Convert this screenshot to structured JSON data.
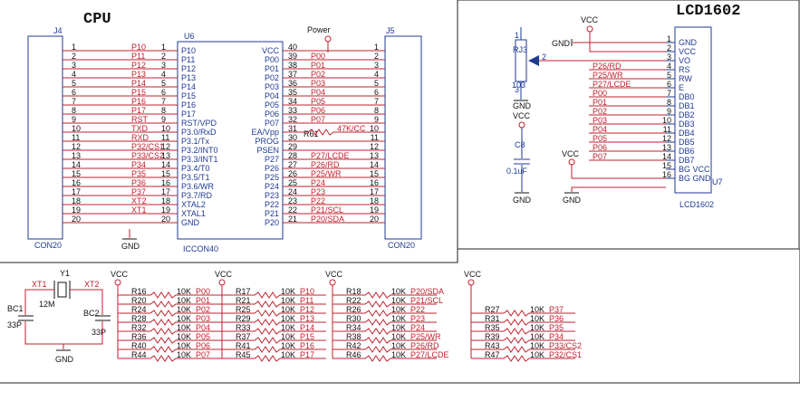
{
  "cpu": {
    "title": "CPU",
    "j4": "J4",
    "j5": "J5",
    "u6": "U6",
    "con_left": "CON20",
    "con_right": "CON20",
    "icc": "ICCON40",
    "power": "Power",
    "gnd": "GND",
    "left_rows": [
      {
        "n": "1",
        "net": "P10",
        "pin": "1",
        "name": "P10"
      },
      {
        "n": "2",
        "net": "P11",
        "pin": "2",
        "name": "P11"
      },
      {
        "n": "3",
        "net": "P12",
        "pin": "3",
        "name": "P12"
      },
      {
        "n": "4",
        "net": "P13",
        "pin": "4",
        "name": "P13"
      },
      {
        "n": "5",
        "net": "P14",
        "pin": "5",
        "name": "P14"
      },
      {
        "n": "6",
        "net": "P15",
        "pin": "6",
        "name": "P15"
      },
      {
        "n": "7",
        "net": "P16",
        "pin": "7",
        "name": "P16"
      },
      {
        "n": "8",
        "net": "P17",
        "pin": "8",
        "name": "P17"
      },
      {
        "n": "9",
        "net": "RST",
        "pin": "9",
        "name": "RST/VPD"
      },
      {
        "n": "10",
        "net": "TXD",
        "pin": "10",
        "name": "P3.0/RxD"
      },
      {
        "n": "11",
        "net": "RXD",
        "pin": "11",
        "name": "P3.1/Tx"
      },
      {
        "n": "12",
        "net": "P32/CS1",
        "pin": "12",
        "name": "P3.2/INT0"
      },
      {
        "n": "13",
        "net": "P33/CS2",
        "pin": "13",
        "name": "P3.3/INT1"
      },
      {
        "n": "14",
        "net": "P34",
        "pin": "14",
        "name": "P3.4/T0"
      },
      {
        "n": "15",
        "net": "P35",
        "pin": "15",
        "name": "P3.5/T1"
      },
      {
        "n": "16",
        "net": "P36",
        "pin": "16",
        "name": "P3.6/WR"
      },
      {
        "n": "17",
        "net": "P37",
        "pin": "17",
        "name": "P3.7/RD"
      },
      {
        "n": "18",
        "net": "XT2",
        "pin": "18",
        "name": "XTAL2"
      },
      {
        "n": "19",
        "net": "XT1",
        "pin": "19",
        "name": "XTAL1"
      },
      {
        "n": "20",
        "net": "",
        "pin": "20",
        "name": "GND"
      }
    ],
    "right_rows": [
      {
        "name": "VCC",
        "pin": "40",
        "net": "",
        "n": "1"
      },
      {
        "name": "P00",
        "pin": "39",
        "net": "P00",
        "n": "2"
      },
      {
        "name": "P01",
        "pin": "38",
        "net": "P01",
        "n": "3"
      },
      {
        "name": "P02",
        "pin": "37",
        "net": "P02",
        "n": "4"
      },
      {
        "name": "P03",
        "pin": "36",
        "net": "P03",
        "n": "5"
      },
      {
        "name": "P04",
        "pin": "35",
        "net": "P04",
        "n": "6"
      },
      {
        "name": "P05",
        "pin": "34",
        "net": "P05",
        "n": "7"
      },
      {
        "name": "P06",
        "pin": "33",
        "net": "P06",
        "n": "8"
      },
      {
        "name": "P07",
        "pin": "32",
        "net": "P07",
        "n": "9"
      },
      {
        "name": "EA/Vpp",
        "pin": "31",
        "net": "47K/CC",
        "n": "10"
      },
      {
        "name": "PROG",
        "pin": "30",
        "net": "",
        "n": "11"
      },
      {
        "name": "PSEN",
        "pin": "29",
        "net": "",
        "n": "12"
      },
      {
        "name": "P27",
        "pin": "28",
        "net": "P27/LCDE",
        "n": "13"
      },
      {
        "name": "P26",
        "pin": "27",
        "net": "P26/RD",
        "n": "14"
      },
      {
        "name": "P25",
        "pin": "26",
        "net": "P25/WR",
        "n": "15"
      },
      {
        "name": "P24",
        "pin": "25",
        "net": "P24",
        "n": "16"
      },
      {
        "name": "P23",
        "pin": "24",
        "net": "P23",
        "n": "17"
      },
      {
        "name": "P22",
        "pin": "23",
        "net": "P22",
        "n": "18"
      },
      {
        "name": "P21",
        "pin": "22",
        "net": "P21/SCL",
        "n": "19"
      },
      {
        "name": "P20",
        "pin": "21",
        "net": "P20/SDA",
        "n": "20"
      }
    ],
    "r_label": "R61"
  },
  "lcd": {
    "title": "LCD1602",
    "vcc": "VCC",
    "gnd": "GND",
    "rj3": "RJ3",
    "pot": "103",
    "u7": "U7",
    "part": "LCD1602",
    "c8": "C8",
    "cap": "0.1uF",
    "rows": [
      {
        "net": "",
        "pin": "1",
        "name": "GND"
      },
      {
        "net": "",
        "pin": "2",
        "name": "VCC"
      },
      {
        "net": "",
        "pin": "3",
        "name": "VO"
      },
      {
        "net": "P26/RD",
        "pin": "4",
        "name": "RS"
      },
      {
        "net": "P25/WR",
        "pin": "5",
        "name": "RW"
      },
      {
        "net": "P27/LCDE",
        "pin": "6",
        "name": "E"
      },
      {
        "net": "P00",
        "pin": "7",
        "name": "DB0"
      },
      {
        "net": "P01",
        "pin": "8",
        "name": "DB1"
      },
      {
        "net": "P02",
        "pin": "9",
        "name": "DB2"
      },
      {
        "net": "P03",
        "pin": "10",
        "name": "DB3"
      },
      {
        "net": "P04",
        "pin": "11",
        "name": "DB4"
      },
      {
        "net": "P05",
        "pin": "12",
        "name": "DB5"
      },
      {
        "net": "P06",
        "pin": "13",
        "name": "DB6"
      },
      {
        "net": "P07",
        "pin": "14",
        "name": "DB7"
      },
      {
        "net": "",
        "pin": "15",
        "name": "BG VCC"
      },
      {
        "net": "",
        "pin": "16",
        "name": "BG GND"
      }
    ]
  },
  "osc": {
    "xt1": "XT1",
    "xt2": "XT2",
    "y1": "Y1",
    "freq": "12M",
    "bc1": "BC1",
    "bc2": "BC2",
    "c1": "33P",
    "c2": "33P",
    "gnd": "GND"
  },
  "pullups": {
    "vcc": "VCC",
    "groups": [
      {
        "rows": [
          [
            "R16",
            "10K",
            "P00"
          ],
          [
            "R20",
            "10K",
            "P01"
          ],
          [
            "R24",
            "10K",
            "P02"
          ],
          [
            "R28",
            "10K",
            "P03"
          ],
          [
            "R32",
            "10K",
            "P04"
          ],
          [
            "R36",
            "10K",
            "P05"
          ],
          [
            "R40",
            "10K",
            "P06"
          ],
          [
            "R44",
            "10K",
            "P07"
          ]
        ]
      },
      {
        "rows": [
          [
            "R17",
            "10K",
            "P10"
          ],
          [
            "R21",
            "10K",
            "P11"
          ],
          [
            "R25",
            "10K",
            "P12"
          ],
          [
            "R29",
            "10K",
            "P13"
          ],
          [
            "R33",
            "10K",
            "P14"
          ],
          [
            "R37",
            "10K",
            "P15"
          ],
          [
            "R41",
            "10K",
            "P16"
          ],
          [
            "R45",
            "10K",
            "P17"
          ]
        ]
      },
      {
        "rows": [
          [
            "R18",
            "10K",
            "P20/SDA"
          ],
          [
            "R22",
            "10K",
            "P21/SCL"
          ],
          [
            "R26",
            "10K",
            "P22"
          ],
          [
            "R30",
            "10K",
            "P23"
          ],
          [
            "R34",
            "10K",
            "P24"
          ],
          [
            "R38",
            "10K",
            "P25/WR"
          ],
          [
            "R42",
            "10K",
            "P26/RD"
          ],
          [
            "R46",
            "10K",
            "P27/LCDE"
          ]
        ]
      },
      {
        "rows": [
          [
            "R27",
            "10K",
            "P37"
          ],
          [
            "R31",
            "10K",
            "P36"
          ],
          [
            "R35",
            "10K",
            "P35"
          ],
          [
            "R39",
            "10K",
            "P34"
          ],
          [
            "R43",
            "10K",
            "P33/CS2"
          ],
          [
            "R47",
            "10K",
            "P32/CS1"
          ]
        ]
      }
    ]
  }
}
